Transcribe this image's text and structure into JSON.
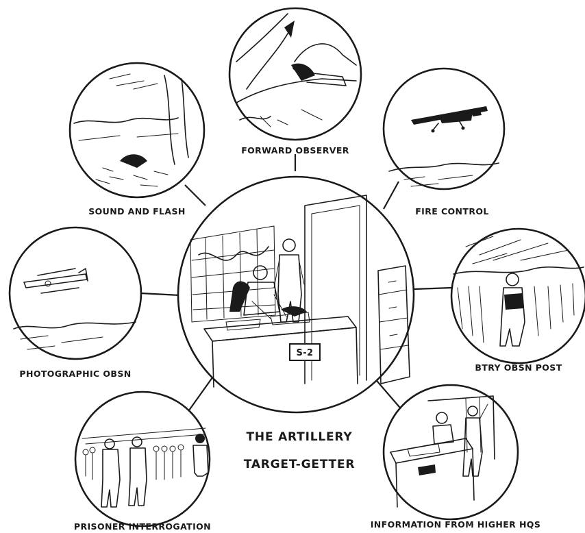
{
  "title_lines": [
    "THE ARTILLERY",
    "TARGET-GETTER"
  ],
  "center_sign": "S-2",
  "nodes": {
    "forward_observer": "FORWARD OBSERVER",
    "fire_control": "FIRE CONTROL",
    "btry_obsn_post": "BTRY OBSN POST",
    "info_higher_hqs": "INFORMATION FROM HIGHER HQS",
    "prisoner_interrogation": "PRISONER INTERROGATION",
    "photographic_obsn": "PHOTOGRAPHIC OBSN",
    "sound_and_flash": "SOUND AND FLASH"
  }
}
